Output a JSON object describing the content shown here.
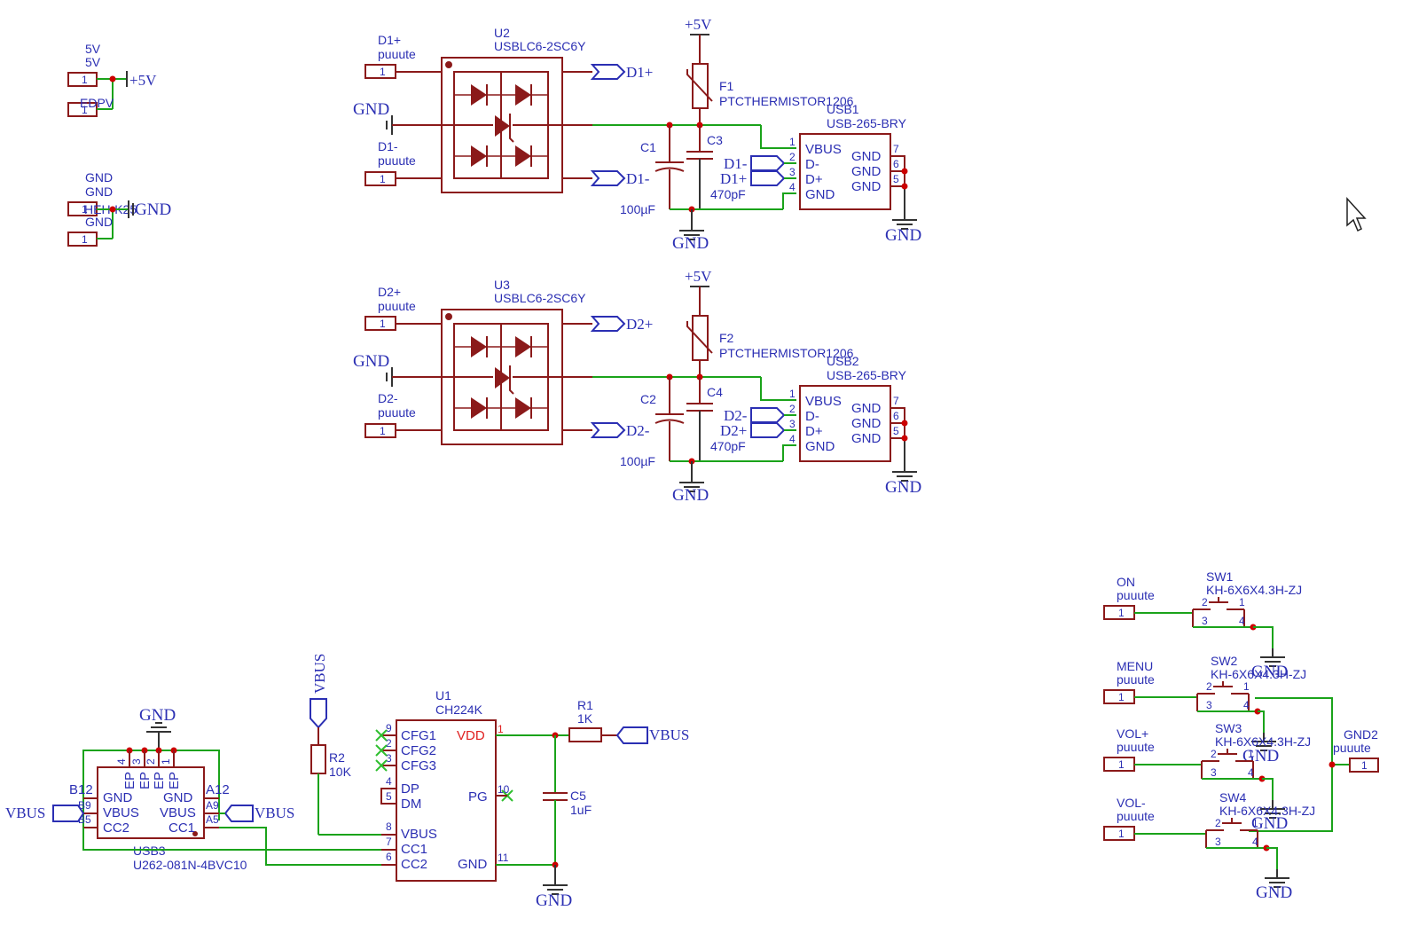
{
  "cursor_icon": "arrow-cursor-icon",
  "colors": {
    "part": "#8b1a1a",
    "wire": "#1aa31a",
    "text": "#2b2fb3",
    "junction": "#cc0000"
  },
  "left_pads": {
    "vcc_name1": "5V",
    "vcc_name2": "5V",
    "vcc_sym": "+5V",
    "vcc_pin": "1",
    "vcc_label": "EDPV",
    "vcc_pin2": "1",
    "gnd_name1": "GND",
    "gnd_name2": "GND",
    "gnd_sym": "GND",
    "gnd_label": "HEH-K25",
    "gnd_name3": "GND",
    "gnd_pin": "1",
    "gnd_pin2": "1"
  },
  "usb_channels": [
    {
      "pad_plus_name": "D1+",
      "pad_plus_value": "puuute",
      "pad_plus_pin": "1",
      "pad_minus_name": "D1-",
      "pad_minus_value": "puuute",
      "pad_minus_pin": "1",
      "gnd_label": "GND",
      "tvs_ref": "U2",
      "tvs_part": "USBLC6-2SC6Y",
      "port_plus": "D1+",
      "port_minus": "D1-",
      "vcc": "+5V",
      "fuse_ref": "F1",
      "fuse_part": "PTCTHERMISTOR1206",
      "cap1_ref": "C1",
      "cap1_val": "100µF",
      "cap2_ref": "C3",
      "cap2_val": "470pF",
      "gnd_bottom": "GND",
      "conn_ref": "USB1",
      "conn_part": "USB-265-BRY",
      "conn_pins_left": [
        "VBUS",
        "D-",
        "D+",
        "GND"
      ],
      "conn_pins_right": [
        "GND",
        "GND",
        "GND"
      ],
      "conn_nums_left": [
        "1",
        "2",
        "3",
        "4"
      ],
      "conn_nums_right": [
        "7",
        "6",
        "5"
      ],
      "flag_minus": "D1-",
      "flag_plus": "D1+",
      "gnd_right": "GND"
    },
    {
      "pad_plus_name": "D2+",
      "pad_plus_value": "puuute",
      "pad_plus_pin": "1",
      "pad_minus_name": "D2-",
      "pad_minus_value": "puuute",
      "pad_minus_pin": "1",
      "gnd_label": "GND",
      "tvs_ref": "U3",
      "tvs_part": "USBLC6-2SC6Y",
      "port_plus": "D2+",
      "port_minus": "D2-",
      "vcc": "+5V",
      "fuse_ref": "F2",
      "fuse_part": "PTCTHERMISTOR1206",
      "cap1_ref": "C2",
      "cap1_val": "100µF",
      "cap2_ref": "C4",
      "cap2_val": "470pF",
      "gnd_bottom": "GND",
      "conn_ref": "USB2",
      "conn_part": "USB-265-BRY",
      "conn_pins_left": [
        "VBUS",
        "D-",
        "D+",
        "GND"
      ],
      "conn_pins_right": [
        "GND",
        "GND",
        "GND"
      ],
      "conn_nums_left": [
        "1",
        "2",
        "3",
        "4"
      ],
      "conn_nums_right": [
        "7",
        "6",
        "5"
      ],
      "flag_minus": "D2-",
      "flag_plus": "D2+",
      "gnd_right": "GND"
    }
  ],
  "usbc": {
    "gnd": "GND",
    "ref": "USB3",
    "part": "U262-081N-4BVC10",
    "pins_left": [
      "GND",
      "VBUS",
      "CC2"
    ],
    "pins_right": [
      "GND",
      "VBUS",
      "CC1"
    ],
    "ep_pins": [
      "EP",
      "EP",
      "EP",
      "EP"
    ],
    "ep_nums": [
      "4",
      "3",
      "2",
      "1"
    ],
    "b_nums": [
      "B12",
      "B9",
      "B5"
    ],
    "a_nums": [
      "A12",
      "A9",
      "A5"
    ],
    "vbus_left": "VBUS",
    "vbus_right": "VBUS"
  },
  "ch224": {
    "vbus_flag": "VBUS",
    "r2_ref": "R2",
    "r2_val": "10K",
    "ref": "U1",
    "part": "CH224K",
    "pins_left": [
      "CFG1",
      "CFG2",
      "CFG3",
      "DP",
      "DM",
      "VBUS",
      "CC1",
      "CC2"
    ],
    "nums_left": [
      "9",
      "2",
      "3",
      "4",
      "5",
      "8",
      "7",
      "6"
    ],
    "pin_vdd": "VDD",
    "num_vdd": "1",
    "pin_pg": "PG",
    "num_pg": "10",
    "pin_gnd": "GND",
    "num_gnd": "11",
    "r1_ref": "R1",
    "r1_val": "1K",
    "vbus_out": "VBUS",
    "c5_ref": "C5",
    "c5_val": "1uF",
    "gnd": "GND"
  },
  "buttons": [
    {
      "name": "ON",
      "value": "puuute",
      "pin": "1",
      "sw_ref": "SW1",
      "sw_part": "KH-6X6X4.3H-ZJ",
      "gnd": "GND"
    },
    {
      "name": "MENU",
      "value": "puuute",
      "pin": "1",
      "sw_ref": "SW2",
      "sw_part": "KH-6X6X4.3H-ZJ",
      "gnd": "GND"
    },
    {
      "name": "VOL+",
      "value": "puuute",
      "pin": "1",
      "sw_ref": "SW3",
      "sw_part": "KH-6X6X4.3H-ZJ",
      "gnd": "GND"
    },
    {
      "name": "VOL-",
      "value": "puuute",
      "pin": "1",
      "sw_ref": "SW4",
      "sw_part": "KH-6X6X4.3H-ZJ",
      "gnd": "GND"
    }
  ],
  "sw_pins": [
    "2",
    "1",
    "3",
    "4"
  ],
  "gnd2": {
    "name": "GND2",
    "value": "puuute",
    "pin": "1"
  }
}
